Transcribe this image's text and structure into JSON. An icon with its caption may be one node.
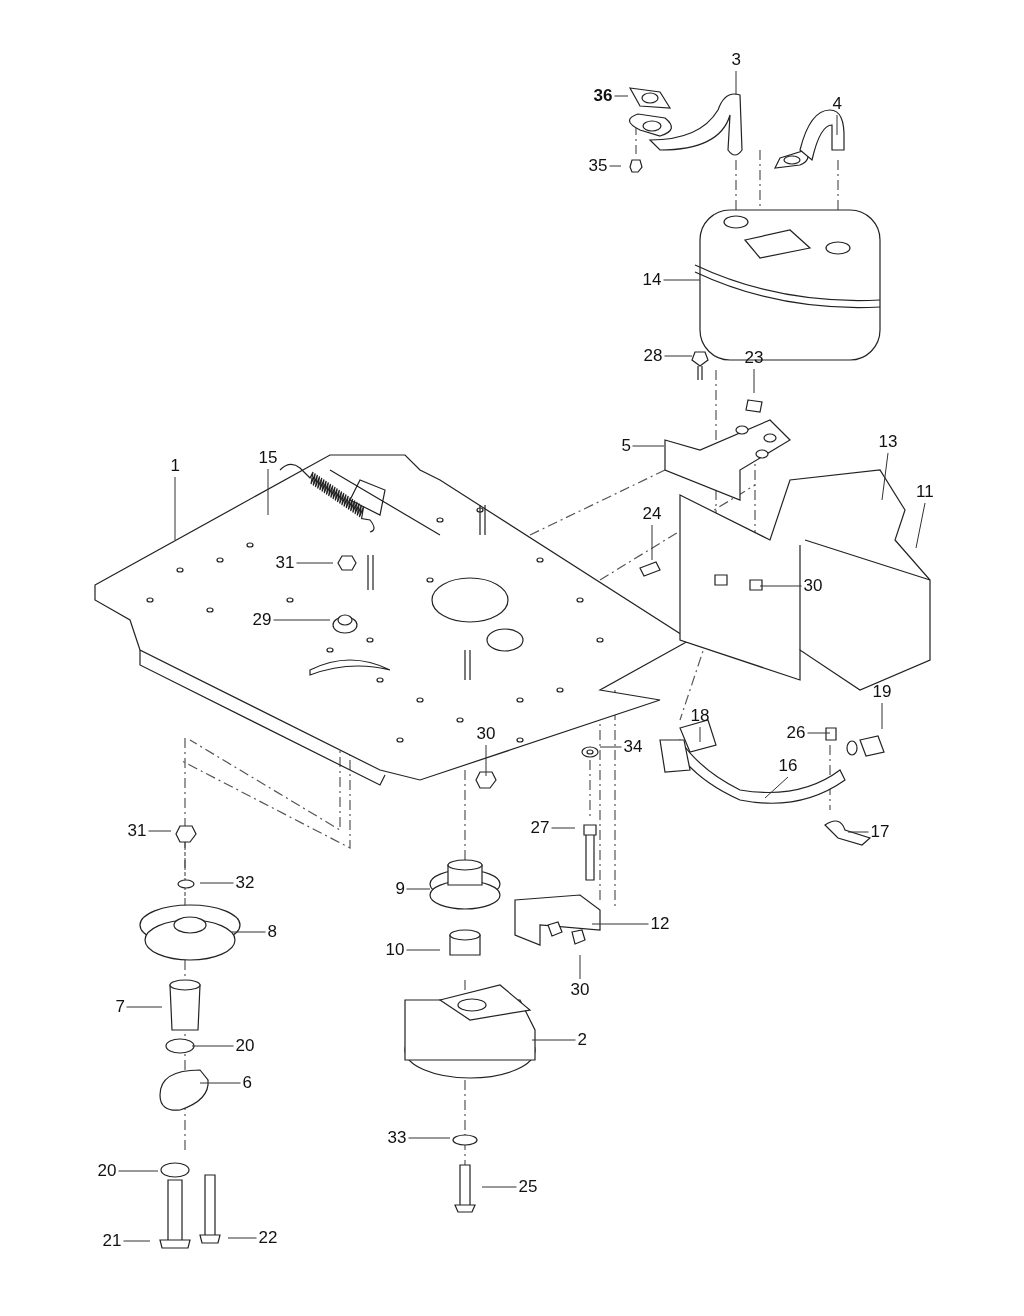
{
  "diagram": {
    "nodes": [
      {
        "text": [
          "3"
        ]
      },
      {
        "text": [
          "36"
        ]
      },
      {
        "text": [
          "4"
        ]
      },
      {
        "text": [
          "35"
        ]
      },
      {
        "text": [
          "14"
        ]
      },
      {
        "text": [
          "28"
        ]
      },
      {
        "text": [
          "23"
        ]
      },
      {
        "text": [
          "13"
        ]
      },
      {
        "text": [
          "5"
        ]
      },
      {
        "text": [
          "15"
        ]
      },
      {
        "text": [
          "1"
        ]
      },
      {
        "text": [
          "11"
        ]
      },
      {
        "text": [
          "24"
        ]
      },
      {
        "text": [
          "31"
        ]
      },
      {
        "text": [
          "30"
        ]
      },
      {
        "text": [
          "29"
        ]
      },
      {
        "text": [
          "19"
        ]
      },
      {
        "text": [
          "18"
        ]
      },
      {
        "text": [
          "26"
        ]
      },
      {
        "text": [
          "30"
        ]
      },
      {
        "text": [
          "34"
        ]
      },
      {
        "text": [
          "16"
        ]
      },
      {
        "text": [
          "31"
        ]
      },
      {
        "text": [
          "27"
        ]
      },
      {
        "text": [
          "17"
        ]
      },
      {
        "text": [
          "32"
        ]
      },
      {
        "text": [
          "9"
        ]
      },
      {
        "text": [
          "8"
        ]
      },
      {
        "text": [
          "12"
        ]
      },
      {
        "text": [
          "10"
        ]
      },
      {
        "text": [
          "30"
        ]
      },
      {
        "text": [
          "7"
        ]
      },
      {
        "text": [
          "2"
        ]
      },
      {
        "text": [
          "20"
        ]
      },
      {
        "text": [
          "6"
        ]
      },
      {
        "text": [
          "33"
        ]
      },
      {
        "text": [
          "20"
        ]
      },
      {
        "text": [
          "25"
        ]
      },
      {
        "text": [
          "21"
        ]
      },
      {
        "text": [
          "22"
        ]
      }
    ],
    "edges": [
      {
        "from": 0,
        "to": null,
        "arrow": "none"
      },
      {
        "from": 1,
        "to": null,
        "arrow": "none"
      },
      {
        "from": 2,
        "to": null,
        "arrow": "none"
      },
      {
        "from": 3,
        "to": null,
        "arrow": "none"
      },
      {
        "from": 4,
        "to": null,
        "arrow": "none"
      },
      {
        "from": 5,
        "to": null,
        "arrow": "none"
      },
      {
        "from": 6,
        "to": null,
        "arrow": "none"
      },
      {
        "from": 7,
        "to": null,
        "arrow": "none"
      },
      {
        "from": 8,
        "to": null,
        "arrow": "none"
      },
      {
        "from": 9,
        "to": null,
        "arrow": "none"
      },
      {
        "from": 10,
        "to": null,
        "arrow": "none"
      },
      {
        "from": 11,
        "to": null,
        "arrow": "none"
      },
      {
        "from": 12,
        "to": null,
        "arrow": "none"
      },
      {
        "from": 13,
        "to": null,
        "arrow": "none"
      },
      {
        "from": 14,
        "to": null,
        "arrow": "none"
      },
      {
        "from": 15,
        "to": null,
        "arrow": "none"
      },
      {
        "from": 16,
        "to": null,
        "arrow": "none"
      },
      {
        "from": 17,
        "to": null,
        "arrow": "none"
      },
      {
        "from": 18,
        "to": null,
        "arrow": "none"
      },
      {
        "from": 19,
        "to": null,
        "arrow": "none"
      },
      {
        "from": 20,
        "to": null,
        "arrow": "none"
      },
      {
        "from": 21,
        "to": null,
        "arrow": "none"
      },
      {
        "from": 22,
        "to": null,
        "arrow": "none"
      },
      {
        "from": 23,
        "to": null,
        "arrow": "none"
      },
      {
        "from": 24,
        "to": null,
        "arrow": "none"
      },
      {
        "from": 25,
        "to": null,
        "arrow": "none"
      },
      {
        "from": 26,
        "to": null,
        "arrow": "none"
      },
      {
        "from": 27,
        "to": null,
        "arrow": "none"
      },
      {
        "from": 28,
        "to": null,
        "arrow": "none"
      },
      {
        "from": 29,
        "to": null,
        "arrow": "none"
      },
      {
        "from": 30,
        "to": null,
        "arrow": "none"
      },
      {
        "from": 31,
        "to": null,
        "arrow": "none"
      },
      {
        "from": 32,
        "to": null,
        "arrow": "none"
      },
      {
        "from": 33,
        "to": null,
        "arrow": "none"
      },
      {
        "from": 34,
        "to": null,
        "arrow": "none"
      },
      {
        "from": 35,
        "to": null,
        "arrow": "none"
      },
      {
        "from": 36,
        "to": null,
        "arrow": "none"
      },
      {
        "from": 37,
        "to": null,
        "arrow": "none"
      },
      {
        "from": 38,
        "to": null,
        "arrow": "none"
      },
      {
        "from": 39,
        "to": null,
        "arrow": "none"
      }
    ]
  }
}
